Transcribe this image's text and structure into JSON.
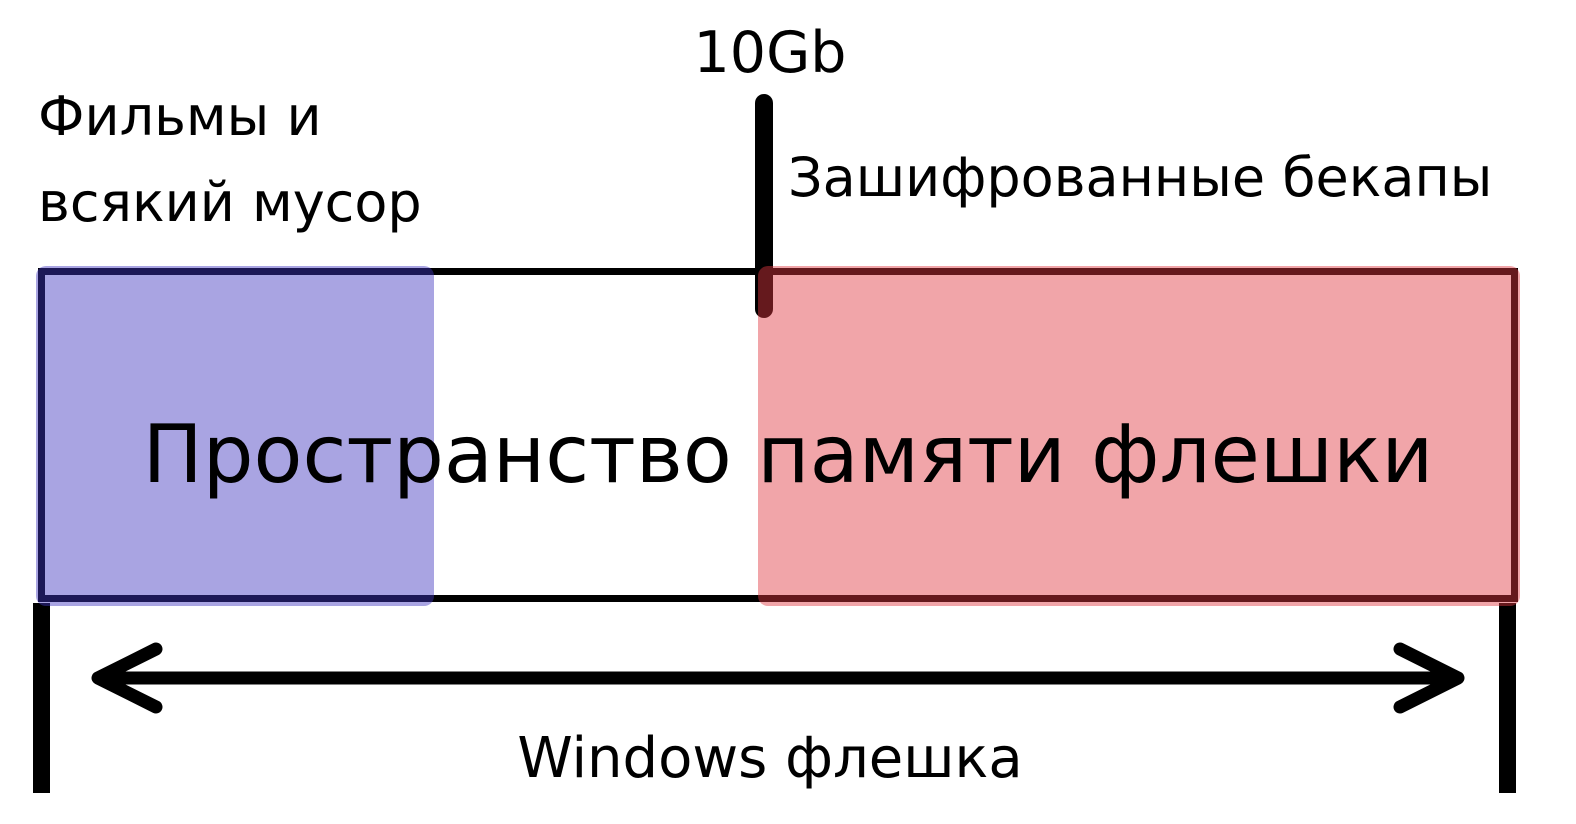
{
  "diagram": {
    "title": "Пространство памяти флешки",
    "left_label": "Фильмы и\nвсякий мусор",
    "tick_label": "10Gb",
    "right_label": "Зашифрованные бекапы",
    "bottom_label": "Windows флешка",
    "colors": {
      "junk_fill": "rgba(64,53,190,0.45)",
      "backup_fill": "rgba(225,55,65,0.45)",
      "outline": "#000000"
    },
    "segments": [
      {
        "name": "movies-and-junk",
        "label": "Фильмы и всякий мусор",
        "fill": "rgba(64,53,190,0.45)"
      },
      {
        "name": "free-space",
        "label": "",
        "fill": "#ffffff"
      },
      {
        "name": "encrypted-backups",
        "label": "Зашифрованные бекапы",
        "fill": "rgba(225,55,65,0.45)",
        "starts_at": "10Gb"
      }
    ]
  }
}
